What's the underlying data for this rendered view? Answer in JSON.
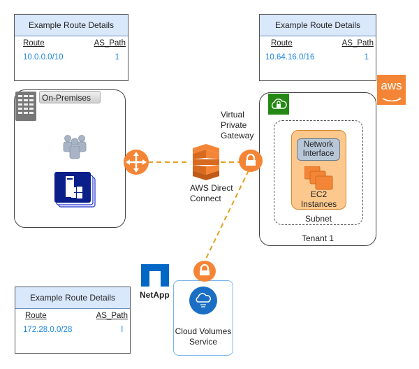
{
  "route_tables": [
    {
      "title": "Example Route Details",
      "col_route": "Route",
      "col_as_path": "AS_Path",
      "route": "10.0.0.0/10",
      "as_path": "1"
    },
    {
      "title": "Example Route Details",
      "col_route": "Route",
      "col_as_path": "AS_Path",
      "route": "10.64.16.0/16",
      "as_path": "1"
    },
    {
      "title": "Example Route Details",
      "col_route": "Route",
      "col_as_path": "AS_Path",
      "route": "172.28.0.0/28",
      "as_path": "l"
    }
  ],
  "on_premises": {
    "label": "On-Premises"
  },
  "aws_direct_connect": {
    "label_line1": "AWS Direct",
    "label_line2": "Connect"
  },
  "virtual_private_gateway": {
    "label_line1": "Virtual",
    "label_line2": "Private",
    "label_line3": "Gateway"
  },
  "aws_logo": {
    "text": "aws"
  },
  "tenant": {
    "label": "Tenant 1",
    "subnet_label": "Subnet",
    "network_interface_line1": "Network",
    "network_interface_line2": "Interface",
    "ec2_line1": "EC2",
    "ec2_line2": "Instances"
  },
  "netapp": {
    "label": "NetApp"
  },
  "cloud_volumes": {
    "label_line1": "Cloud Volumes",
    "label_line2": "Service"
  },
  "colors": {
    "aws_orange": "#f58536",
    "route_blue": "#1e88e5",
    "header_fill": "#dae8fc",
    "vpc_green": "#248814",
    "netapp_blue": "#0067c5",
    "link_dash": "#e0a020"
  }
}
